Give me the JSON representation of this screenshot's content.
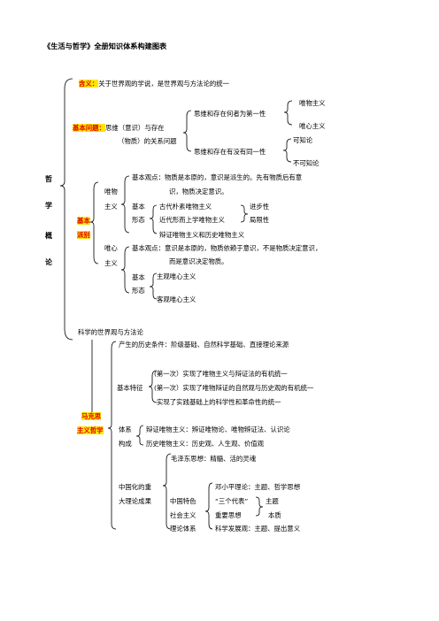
{
  "title": "《生活与哲学》全册知识体系构建图表",
  "philosophy_label": [
    "哲",
    "学",
    "概",
    "论"
  ],
  "definition": {
    "tag": "含义：",
    "text": "关于世界观的学说，是世界观与方法论的统一"
  },
  "basic_question": {
    "tag": "基本问题：",
    "line1": "思维（意识）与存在",
    "line2": "（物质）的关系问题",
    "branch_first": "思维和存在何者为第一性",
    "materialism": "唯物主义",
    "idealism": "唯心主义",
    "branch_identity": "思维和存在有没有同一性",
    "knowable": "可知论",
    "unknowable": "不可知论"
  },
  "schools": {
    "tag_line1": "基本",
    "tag_line2": "派别",
    "materialism_label_1": "唯物",
    "materialism_label_2": "主义",
    "mat_view_1": "基本观点：物质是本原的，意识是派生的。先有物质后有意",
    "mat_view_2": "识，物质决定意识。",
    "forms_label_1": "基本",
    "forms_label_2": "形态",
    "form_ancient": "古代朴素唯物主义",
    "form_modern": "近代形而上学唯物主义",
    "form_dialectical": "辩证唯物主义和历史唯物主义",
    "progress": "进步性",
    "limit": "局限性",
    "idealism_label_1": "唯心",
    "idealism_label_2": "主义",
    "idea_view_1": "基本观点：意识是本原的，物质依赖于意识，不是物质决定意识，",
    "idea_view_2": "而是意识决定物质。",
    "idea_forms_1": "基本",
    "idea_forms_2": "形态",
    "subjective": "主观唯心主义",
    "objective": "客观唯心主义"
  },
  "scientific": "科学的世界观与方法论",
  "marxism": {
    "tag_line1": "马克思",
    "tag_line2": "主义哲学",
    "origin": "产生的历史条件：阶级基础、自然科学基础、直接理论来源",
    "features_label": "基本特征",
    "feature_1": "(第一次）实现了唯物主义与辩证法的有机统一",
    "feature_2": "(第一次）实现了唯物辩证的自然观与历史观的有机统一",
    "feature_3": "实现了实践基础上的科学性和革命性的统一",
    "system_label_1": "体系",
    "system_label_2": "构成",
    "system_1": "辩证唯物主义：辨证唯物论、唯物辨证法、认识论",
    "system_2": "历史唯物主义：历史观、人生观、价值观",
    "sinicization_label_1": "中国化的重",
    "sinicization_label_2": "大理论成果",
    "mao": "毛泽东思想：精髓、活的灵魂",
    "cs_label_1": "中国特色",
    "cs_label_2": "社会主义",
    "cs_label_3": "理论体系",
    "deng": "邓小平理论：主题、哲学思想",
    "three_represents": "“三个代表”",
    "important_thought": "重要思想",
    "theme": "主题",
    "essence": "本质",
    "sci_dev": "科学发展观：主题、提出意义"
  }
}
